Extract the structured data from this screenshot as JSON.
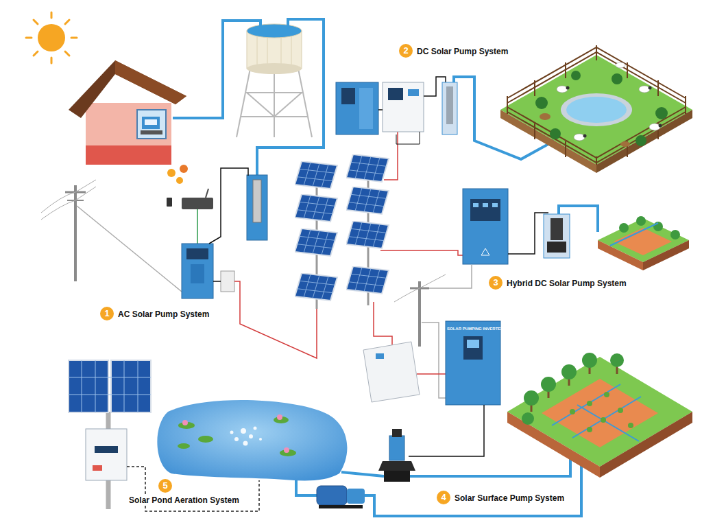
{
  "diagram": {
    "labels": [
      "1",
      "AC Solar Pump System",
      "2",
      "DC Solar Pump System",
      "3",
      "Hybrid DC Solar Pump System",
      "4",
      "Solar Surface Pump System",
      "5",
      "Solar Pond Aeration System",
      "SOLAR PUMPING INVERTER"
    ]
  }
}
